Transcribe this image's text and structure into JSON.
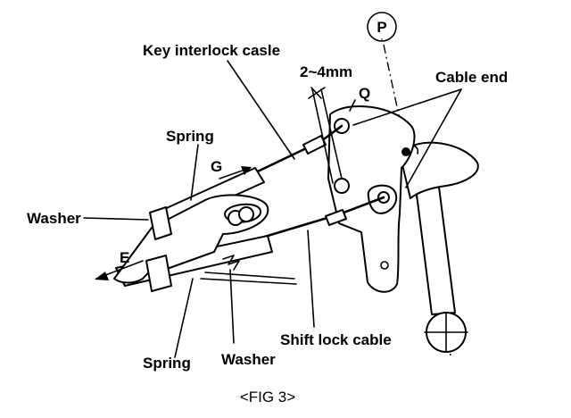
{
  "figure": {
    "caption": "<FIG 3>",
    "labels": {
      "key_interlock_cable": "Key interlock casle",
      "dimension": "2~4mm",
      "q": "Q",
      "p": "P",
      "cable_end": "Cable end",
      "spring_top": "Spring",
      "g": "G",
      "washer_left": "Washer",
      "e": "E",
      "shift_lock_cable": "Shift lock cable",
      "spring_bottom": "Spring",
      "washer_bottom": "Washer"
    }
  }
}
